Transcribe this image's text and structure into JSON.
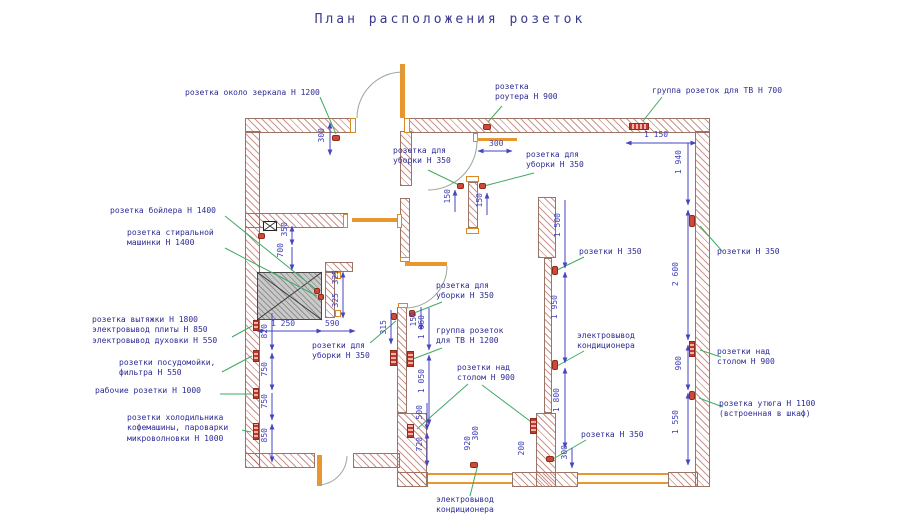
{
  "title": "План расположения розеток",
  "labels": {
    "mirror": "розетка около зеркала Н 1200",
    "router": "розетка\nроутера Н 900",
    "tv700": "группа розеток для ТВ Н 700",
    "boiler": "розетка бойлера Н 1400",
    "washer": "розетка стиральной\nмашинки Н 1400",
    "hood_stove_oven": "розетка вытяжки Н 1800\nэлектровывод плиты Н 850\nэлектровывод духовки Н 550",
    "dishwasher": "розетки посудомойки,\nфильтра Н 550",
    "work": "рабочие розетки Н 1000",
    "fridge": "розетки холодильника\nкофемашины, пароварки\nмикроволновки Н 1000",
    "clean1": "розетка для\nуборки Н 350",
    "clean2": "розетка для\nуборки Н 350",
    "clean3": "розетка для\nуборки Н 350",
    "clean4": "розетки для\nуборки Н 350",
    "tv1200": "группа розеток\nдля ТВ Н 1200",
    "desk1": "розетки над\nстолом Н 900",
    "s350a": "розетки Н 350",
    "s350b": "розетки Н 350",
    "ac1": "электровывод\nкондиционера",
    "desk2": "розетки над\nстолом Н 900",
    "iron": "розетка утюга Н 1100\n(встроенная в шкаф)",
    "s350c": "розетка Н 350",
    "ac2": "электровывод\nкондиционера"
  },
  "dims": {
    "top300": "300",
    "w1150": "1 150",
    "h1940": "1 940",
    "h2600": "2 600",
    "h900": "900",
    "h1550": "1 550",
    "m300": "300",
    "b350": "350",
    "b700": "700",
    "n325a": "325",
    "n325b": "325",
    "w1250": "1 250",
    "w590": "590",
    "k820": "820",
    "k750a": "750",
    "k750b": "750",
    "k850": "850",
    "c315": "315",
    "c150a": "150",
    "c150b": "150",
    "c150c": "150",
    "c1060": "1 060",
    "c1050": "1 050",
    "c500": "500",
    "c720": "720",
    "r1500": "1 500",
    "r1950": "1 950",
    "r1800": "1 800",
    "r300": "300",
    "v920": "920",
    "v300": "300",
    "v200": "200"
  },
  "colors": {
    "label_text": "#2b2b96",
    "dimension": "#4646c0",
    "leader_green": "#3faa63",
    "wall_hatch": "#b05a4e",
    "door_window_orange": "#e8962e",
    "socket_red": "#c0392b",
    "shaft_gray": "#c9c9c9"
  }
}
